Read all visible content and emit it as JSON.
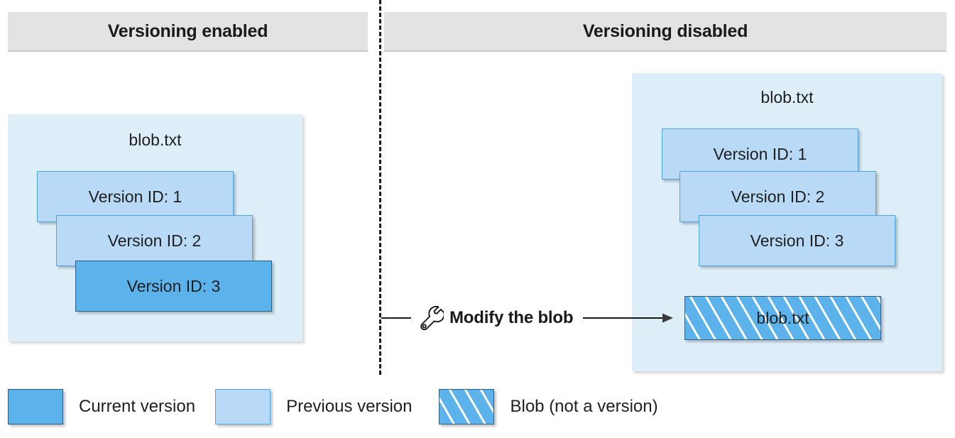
{
  "columns": [
    {
      "id": "enabled",
      "header": "Versioning enabled"
    },
    {
      "id": "disabled",
      "header": "Versioning disabled"
    }
  ],
  "enabled_panel": {
    "title": "blob.txt",
    "versions": [
      {
        "label": "Version ID: 1",
        "state": "previous"
      },
      {
        "label": "Version ID: 2",
        "state": "previous"
      },
      {
        "label": "Version ID: 3",
        "state": "current"
      }
    ]
  },
  "disabled_panel": {
    "title": "blob.txt",
    "versions": [
      {
        "label": "Version ID: 1",
        "state": "previous"
      },
      {
        "label": "Version ID: 2",
        "state": "previous"
      },
      {
        "label": "Version ID: 3",
        "state": "previous"
      }
    ],
    "blob_box": {
      "label": "blob.txt",
      "state": "blob"
    }
  },
  "annotation": {
    "label": "Modify the blob",
    "icon": "wrench-icon"
  },
  "legend": [
    {
      "label": "Current version",
      "swatch": "current"
    },
    {
      "label": "Previous version",
      "swatch": "previous"
    },
    {
      "label": "Blob (not a version)",
      "swatch": "hatched"
    }
  ],
  "colors": {
    "header_bg": "#e3e3e3",
    "container_bg": "#deeef8",
    "current_version": "#5cb3ec",
    "previous_version": "#b8daf7",
    "current_border": "#2d5f86",
    "previous_border": "#4da3dc",
    "divider": "#1a1a1a",
    "text": "#1f1f1f"
  }
}
